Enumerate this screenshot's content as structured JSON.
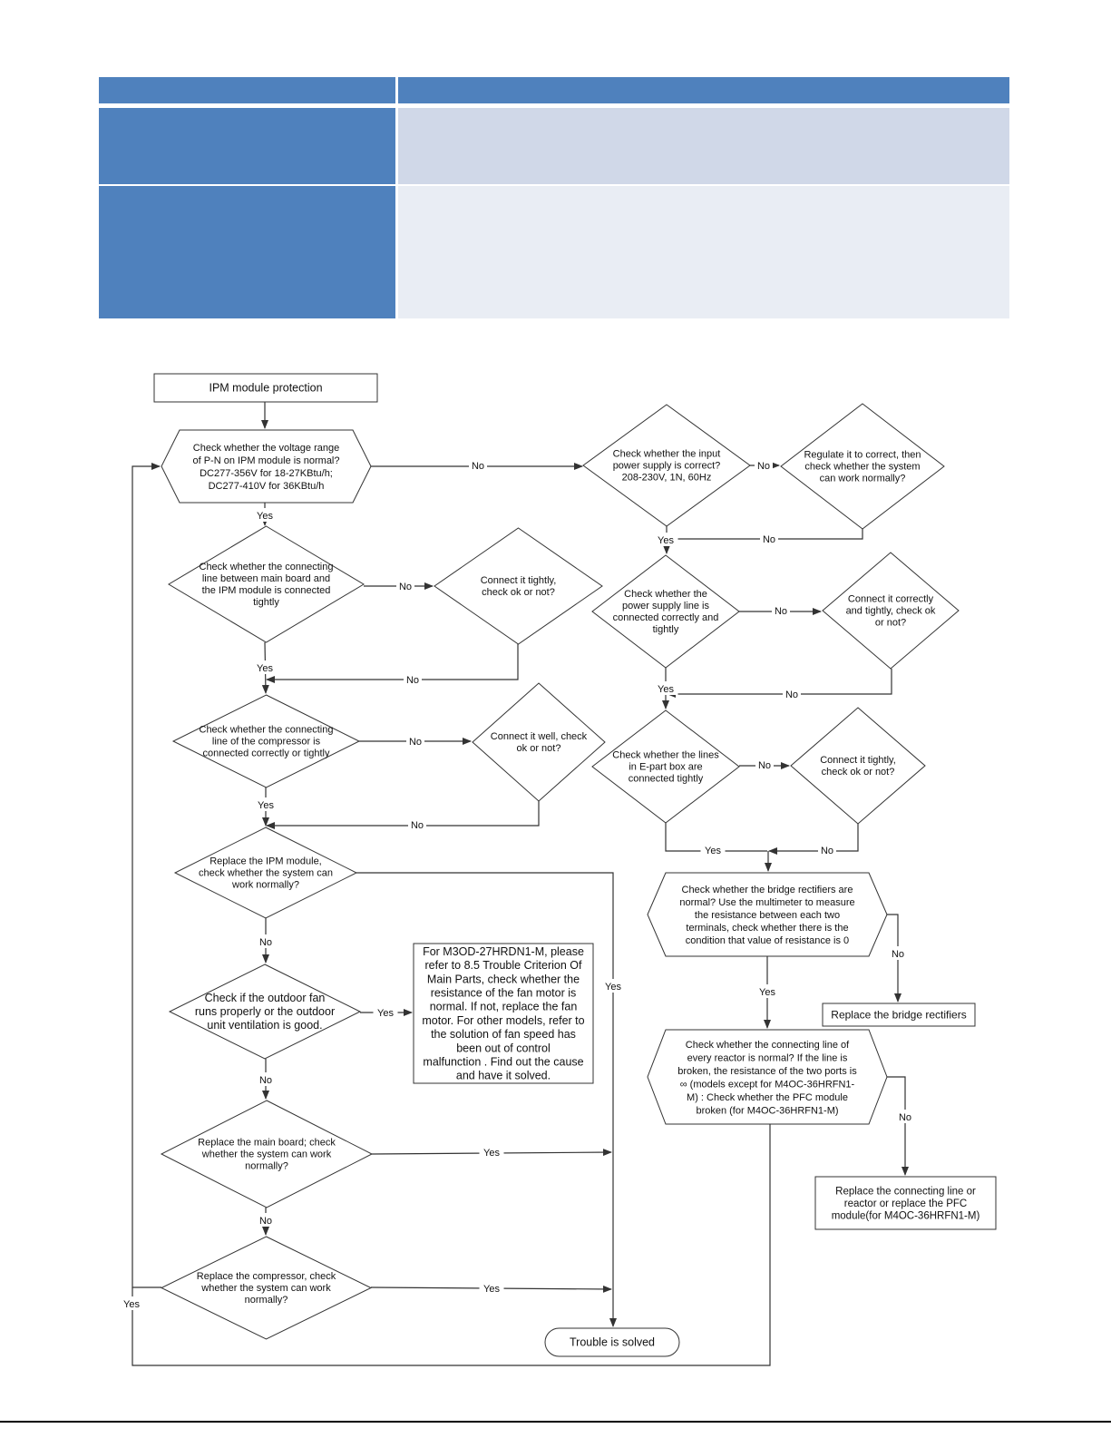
{
  "colors": {
    "header": "#4f81bd",
    "row_left": "#4f81bd",
    "row1_right": "#d0d8e8",
    "row2_right": "#e9edf4",
    "line": "#333333"
  },
  "flowchart": {
    "nodes": {
      "start": [
        "IPM module protection"
      ],
      "q_voltage": [
        "Check whether the voltage range",
        "of P-N on IPM module is normal?",
        "DC277-356V for 18-27KBtu/h;",
        "DC277-410V for 36KBtu/h"
      ],
      "q_ipm_line": [
        "Check whether the connecting",
        "line between main board and",
        "the IPM module is connected",
        "tightly"
      ],
      "a_ipm_line": [
        "Connect it tightly,",
        "check ok or not?"
      ],
      "q_comp_line": [
        "Check whether the connecting",
        "line of the compressor is",
        "connected correctly or tightly"
      ],
      "a_comp_line": [
        "Connect it well, check",
        "ok or not?"
      ],
      "q_replace_ipm": [
        "Replace the IPM module,",
        "check whether the system can",
        "work normally?"
      ],
      "q_fan": [
        "Check if the outdoor fan",
        "runs properly or the outdoor",
        "unit ventilation is good."
      ],
      "n_fan": [
        "For M3OD-27HRDN1-M, please",
        "refer to 8.5 Trouble Criterion Of",
        "Main Parts, check whether the",
        "resistance of the fan motor is",
        "normal. If not, replace the fan",
        "motor. For other models, refer to",
        "the solution of fan speed has",
        "been out of control",
        "malfunction . Find out the cause",
        "and have it solved."
      ],
      "q_mainboard": [
        "Replace the main board; check",
        "whether the system can work",
        "normally?"
      ],
      "q_compressor": [
        "Replace the compressor, check",
        "whether the system can work",
        "normally?"
      ],
      "end": [
        "Trouble is solved"
      ],
      "q_input": [
        "Check whether the input",
        "power supply is correct?",
        "208-230V, 1N, 60Hz"
      ],
      "a_regulate": [
        "Regulate it to correct, then",
        "check whether the system",
        "can work normally?"
      ],
      "q_power_line": [
        "Check whether the",
        "power supply line is",
        "connected correctly and",
        "tightly"
      ],
      "a_power_line": [
        "Connect it correctly",
        "and tightly, check ok",
        "or not?"
      ],
      "q_epart": [
        "Check whether the lines",
        "in E-part box are",
        "connected tightly"
      ],
      "a_epart": [
        "Connect it tightly,",
        "check ok or not?"
      ],
      "q_bridge": [
        "Check whether the bridge rectifiers are",
        "normal? Use the multimeter to measure",
        "the resistance between each two",
        "terminals, check whether there is the",
        "condition that value of resistance is 0"
      ],
      "a_bridge": [
        "Replace the bridge rectifiers"
      ],
      "q_reactor": [
        "Check whether the connecting line of",
        "every reactor is normal? If the line is",
        "broken, the resistance of the two ports is",
        "∞ (models except for M4OC-36HRFN1-",
        "M) : Check whether the PFC module",
        "broken (for M4OC-36HRFN1-M)"
      ],
      "a_reactor": [
        "Replace the connecting line or",
        "reactor or replace the PFC",
        "module(for M4OC-36HRFN1-M)"
      ]
    },
    "edge_labels": {
      "yes": "Yes",
      "no": "No"
    }
  }
}
